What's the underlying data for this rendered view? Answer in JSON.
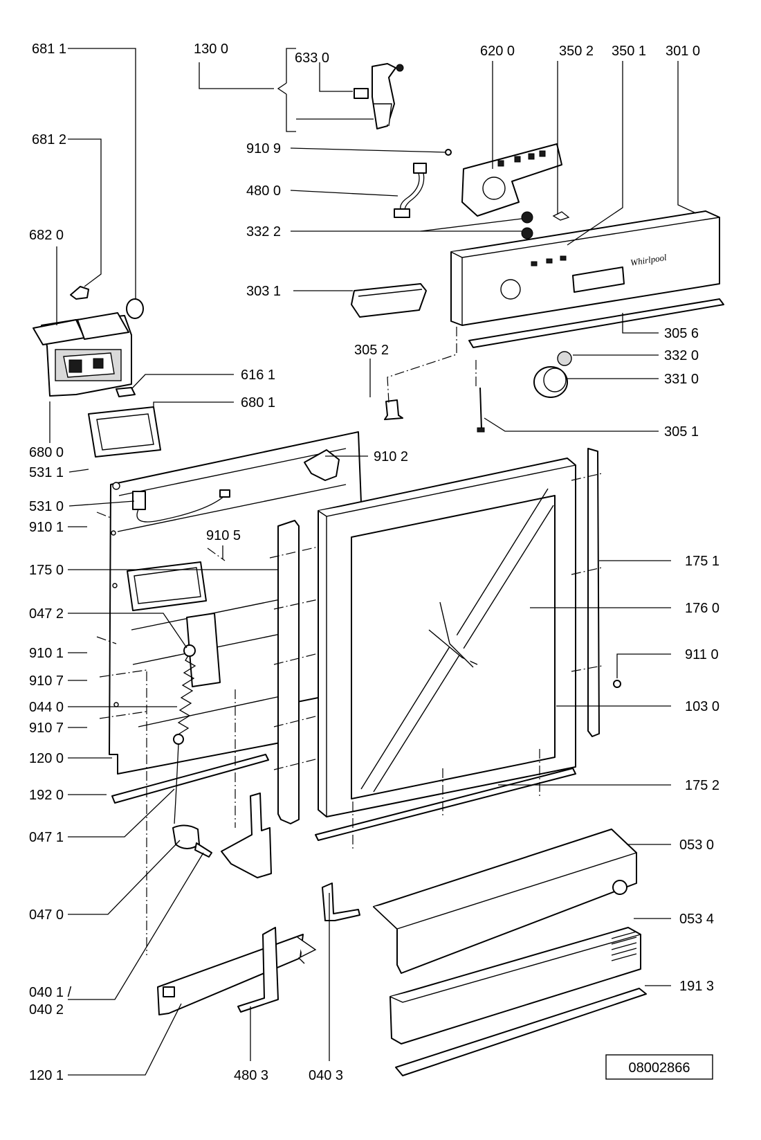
{
  "document_number": "08002866",
  "labels": {
    "l6811": "681 1",
    "l1300": "130 0",
    "l6330": "633 0",
    "l6200": "620 0",
    "l3502": "350 2",
    "l3501": "350 1",
    "l3010": "301 0",
    "l6812": "681 2",
    "l9109": "910 9",
    "l4800": "480 0",
    "l6820": "682 0",
    "l3322": "332 2",
    "l3031": "303 1",
    "l3056": "305 6",
    "l3052": "305 2",
    "l3320": "332 0",
    "l6161": "616 1",
    "l3310": "331 0",
    "l6801": "680 1",
    "l3051": "305 1",
    "l6800": "680 0",
    "l9102": "910 2",
    "l5311": "531 1",
    "l5310": "531 0",
    "l9101a": "910 1",
    "l9105": "910 5",
    "l1750": "175 0",
    "l1751": "175 1",
    "l1760": "176 0",
    "l0472": "047 2",
    "l9101b": "910 1",
    "l9110": "911 0",
    "l9107a": "910 7",
    "l0440": "044 0",
    "l1030": "103 0",
    "l9107b": "910 7",
    "l1200": "120 0",
    "l1920": "192 0",
    "l1752": "175 2",
    "l0471": "047 1",
    "l0530": "053 0",
    "l0470": "047 0",
    "l0534": "053 4",
    "l0401a": "040 1 /",
    "l0401b": "040 2",
    "l1913": "191 3",
    "l1201": "120 1",
    "l4803": "480 3",
    "l0403": "040 3"
  },
  "logo_text": "Whirlpool"
}
